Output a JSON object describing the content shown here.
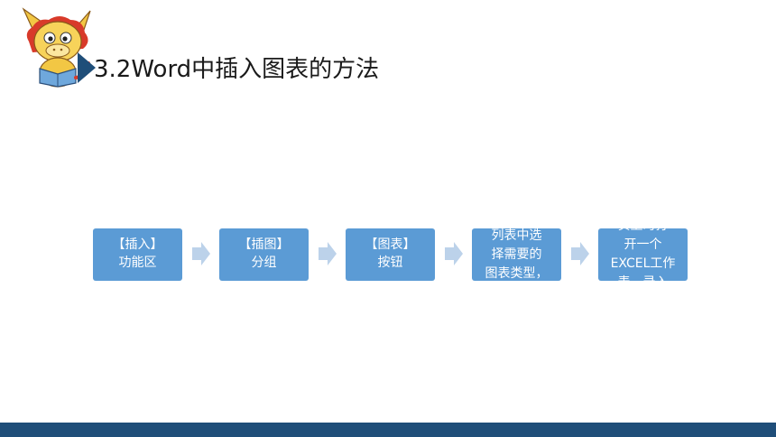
{
  "slide": {
    "title": "3.2Word中插入图表的方法"
  },
  "flow": {
    "steps": [
      {
        "lines": [
          "【插入】",
          "功能区"
        ]
      },
      {
        "lines": [
          "【插图】",
          "分组"
        ]
      },
      {
        "lines": [
          "【图表】",
          "按钮"
        ]
      },
      {
        "lines": [
          "列表中选",
          "择需要的",
          "图表类型，"
        ]
      },
      {
        "lines": [
          "实上时打",
          "开一个",
          "EXCEL工作",
          "表，录入"
        ]
      }
    ]
  },
  "colors": {
    "step_fill": "#5b9bd5",
    "arrow_fill": "#bcd2ea",
    "accent": "#1f4e79",
    "title_text": "#1a1a1a"
  },
  "icons": {
    "mascot": "dragon-mascot-icon",
    "title_marker": "triangle-marker-icon",
    "flow_arrow": "chevron-arrow-right-icon"
  }
}
